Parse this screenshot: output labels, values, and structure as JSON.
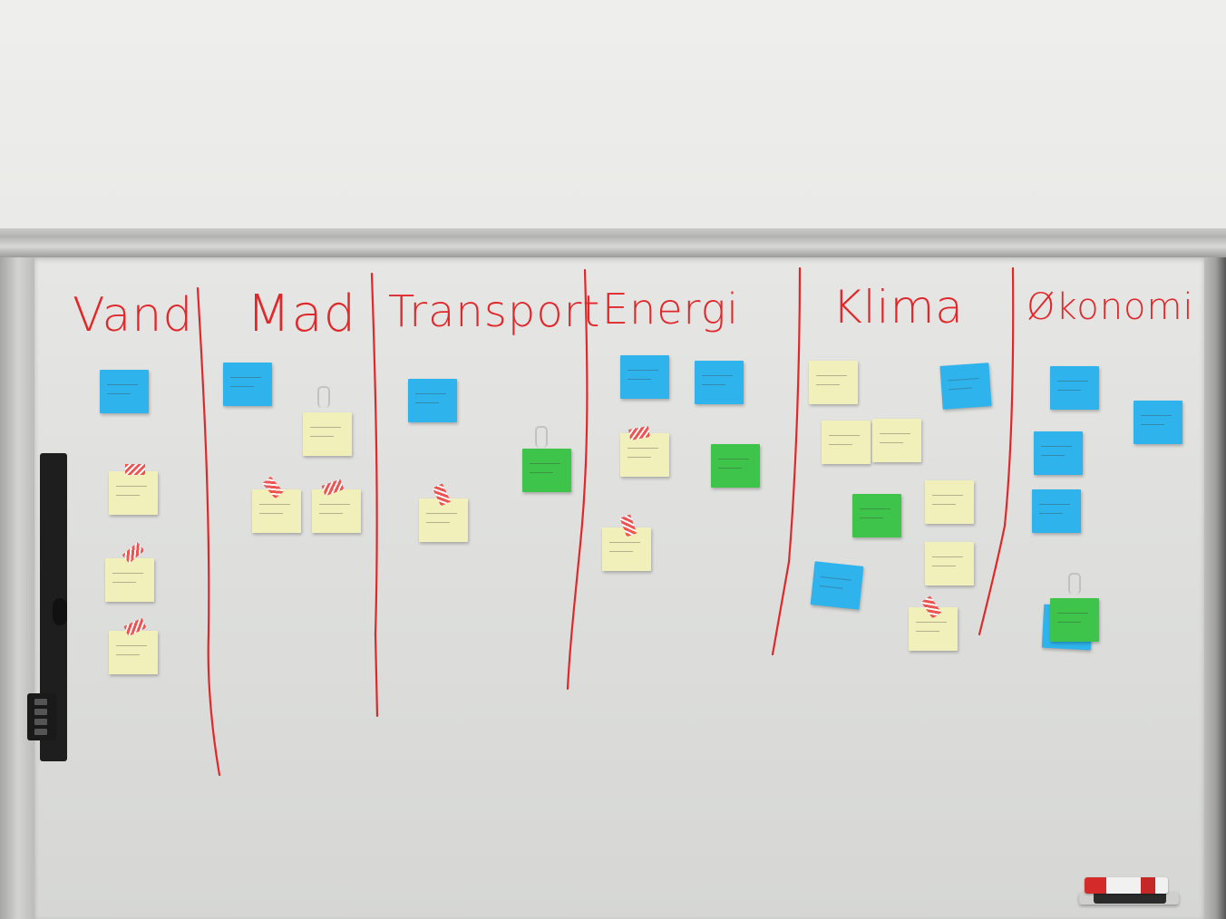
{
  "board": {
    "columns": [
      {
        "title": "Vand"
      },
      {
        "title": "Mad"
      },
      {
        "title": "Transport"
      },
      {
        "title": "Energi"
      },
      {
        "title": "Klima"
      },
      {
        "title": "Økonomi"
      }
    ]
  },
  "colors": {
    "ink": "#e0282b",
    "note_yellow": "#f1efba",
    "note_blue": "#2eb3ec",
    "note_green": "#3ec44a"
  }
}
